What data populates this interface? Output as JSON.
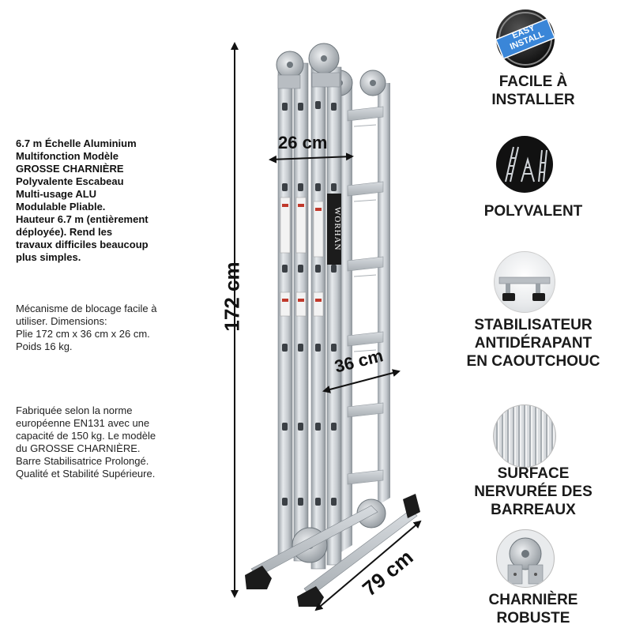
{
  "description": {
    "paragraph_1": "6.7 m Échelle Aluminium\nMultifonction Modèle\nGROSSE CHARNIÈRE\nPolyvalente Escabeau\nMulti-usage ALU\nModulable Pliable.\nHauteur 6.7 m (entièrement\ndéployée). Rend les\ntravaux difficiles beaucoup\nplus simples.",
    "paragraph_2": "Mécanisme de blocage facile à\nutiliser. Dimensions:\nPlie 172 cm x 36 cm x 26 cm.\nPoids 16 kg.",
    "paragraph_3": "Fabriquée selon la norme\neuropéenne EN131 avec une\ncapacité de 150 kg. Le modèle\ndu GROSSE CHARNIÈRE.\nBarre Stabilisatrice Prolongé.\nQualité et Stabilité Supérieure."
  },
  "dimensions": {
    "height": "172 cm",
    "width": "26 cm",
    "depth": "36 cm",
    "base": "79 cm"
  },
  "brand": "WORHAN",
  "badge": {
    "line_1": "EASY",
    "line_2": "INSTALL"
  },
  "features": [
    {
      "label": "FACILE À\nINSTALLER",
      "icon": "easy-install-badge-icon"
    },
    {
      "label": "POLYVALENT",
      "icon": "ladder-configurations-icon"
    },
    {
      "label": "STABILISATEUR\nANTIDÉRAPANT\nEN CAOUTCHOUC",
      "icon": "rubber-feet-icon"
    },
    {
      "label": "SURFACE\nNERVURÉE DES\nBARREAUX",
      "icon": "ribbed-surface-icon"
    },
    {
      "label": "CHARNIÈRE\nROBUSTE",
      "icon": "hinge-icon"
    }
  ],
  "colors": {
    "text": "#111111",
    "aluminum": "#c9ced2",
    "badge_blue": "#3a86d8",
    "rubber": "#1b1b1b"
  }
}
